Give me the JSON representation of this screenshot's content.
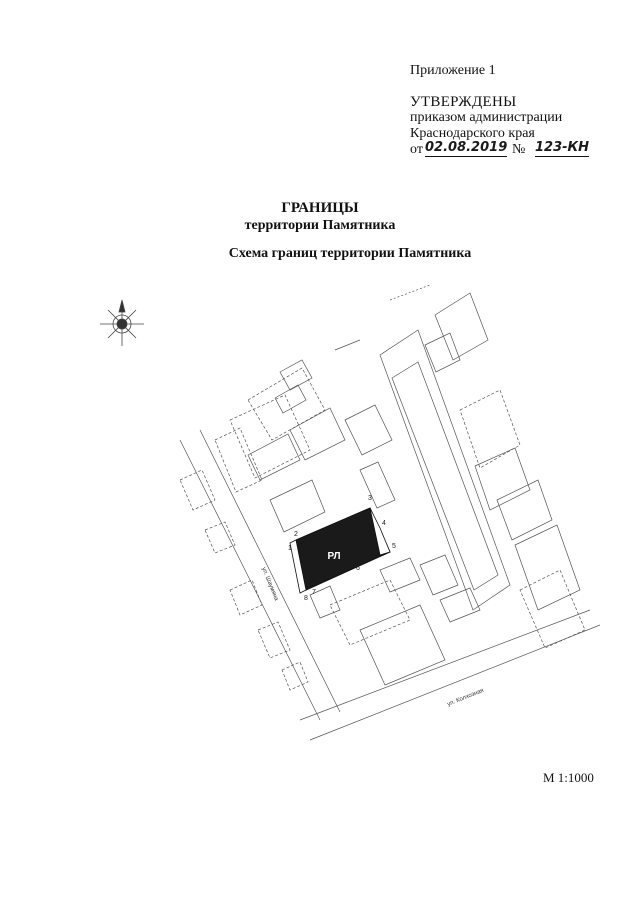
{
  "header": {
    "appendix": "Приложение 1",
    "approved": "УТВЕРЖДЕНЫ",
    "line1": "приказом администрации",
    "line2": "Краснодарского края",
    "order_prefix": "от",
    "order_date": "02.08.2019",
    "order_no_sign": "№",
    "order_number": "123-КН"
  },
  "title": {
    "main": "ГРАНИЦЫ",
    "sub": "территории Памятника",
    "scheme": "Схема границ территории Памятника"
  },
  "map": {
    "monument_label": "РЛ",
    "point_numbers": [
      "1",
      "2",
      "3",
      "4",
      "5",
      "6",
      "7",
      "8"
    ],
    "street_left": "ул. Шаумяна",
    "street_bottom": "ул. Колхозная",
    "compass_icon": "north-arrow-icon",
    "colors": {
      "monument_fill": "#1a1a1a",
      "line": "#555555"
    }
  },
  "scale": "М 1:1000"
}
